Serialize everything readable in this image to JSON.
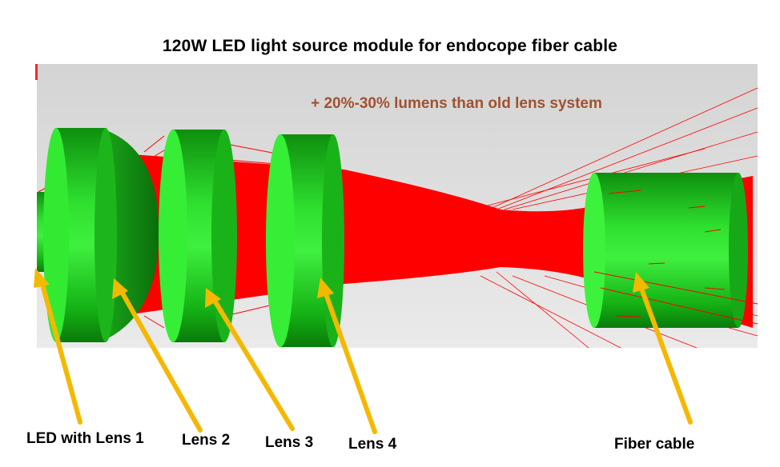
{
  "title": "120W LED light source module for endocope fiber cable",
  "subtitle": "+ 20%-30% lumens than old  lens system",
  "colors": {
    "background_panel": "#d9d9d9",
    "lens_green": "#1fd21f",
    "rays_red": "#ff0000",
    "arrow_yellow": "#f5b800",
    "subtitle_brown": "#a0522d"
  },
  "labels": {
    "led": "LED with Lens 1",
    "lens2": "Lens 2",
    "lens3": "Lens 3",
    "lens4": "Lens 4",
    "fiber": "Fiber cable"
  }
}
